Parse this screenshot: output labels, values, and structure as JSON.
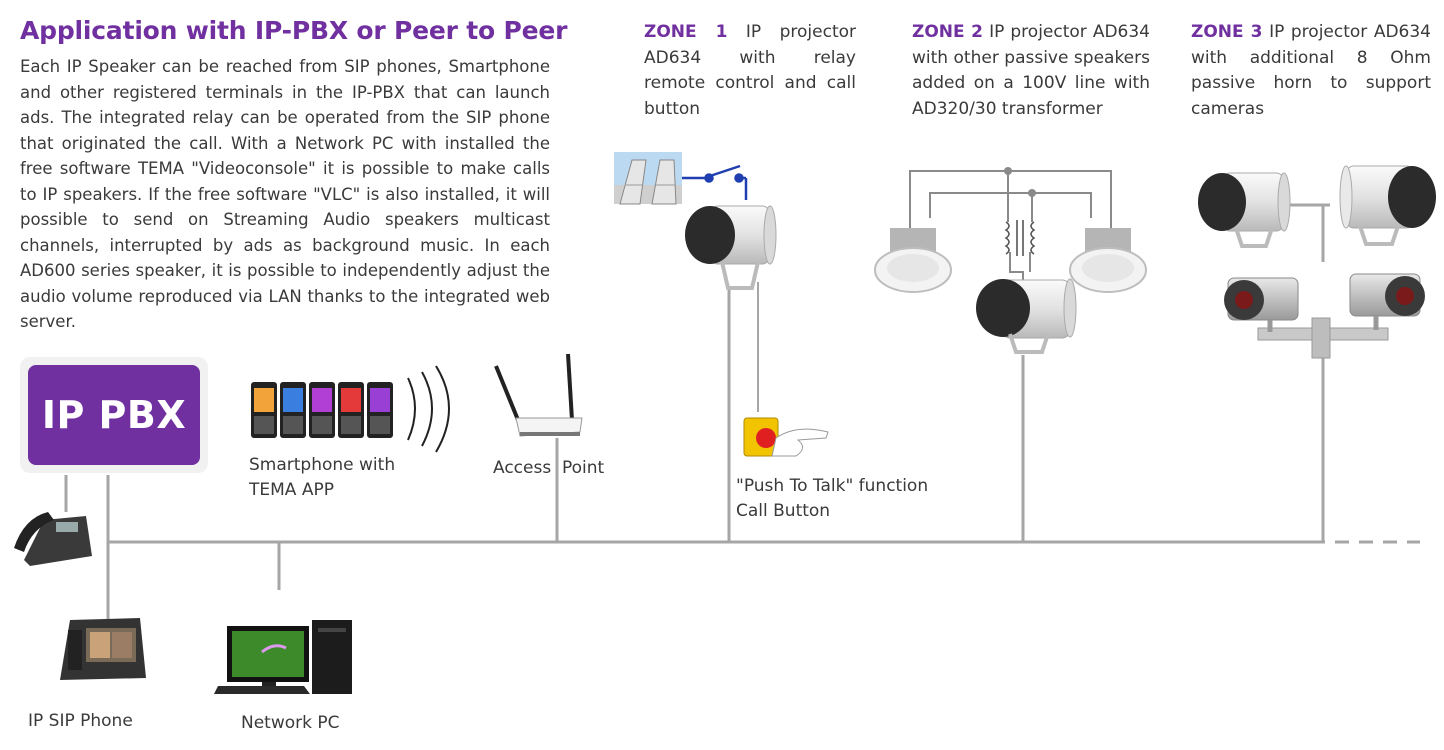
{
  "title": "Application with IP-PBX or Peer to Peer",
  "intro": "Each IP Speaker can be reached from SIP phones, Smartphone and other registered terminals in the IP-PBX that can launch ads. The integrated relay can be operated from the SIP phone that originated the call. With a Network PC with installed the free software TEMA \"Videoconsole\" it is possible to make calls to IP speakers. If the free software \"VLC\" is also installed, it will possible to send on Streaming Audio speakers multicast channels, interrupted by ads as background music. In each AD600 series speaker, it is possible to independently adjust the audio volume reproduced via LAN thanks to the integrated web server.",
  "zones": [
    {
      "name": "ZONE 1",
      "text": "IP projector AD634 with relay remote control and call button"
    },
    {
      "name": "ZONE 2",
      "text": "IP projector AD634 with other passive speakers added on a 100V line with AD320/30 transformer"
    },
    {
      "name": "ZONE 3",
      "text": "IP projector AD634 with additional 8 Ohm passive horn to support cameras"
    }
  ],
  "pbx_label": "IP PBX",
  "labels": {
    "smartphone": "Smartphone with TEMA APP",
    "smartphone_line1": "Smartphone with",
    "smartphone_line2": "TEMA APP",
    "access_point": "Access  Point",
    "ptt_line1": "\"Push To Talk\" function",
    "ptt_line2": "Call Button",
    "sip_phone": "IP SIP Phone",
    "network_pc": "Network PC"
  },
  "colors": {
    "accent": "#7030a0",
    "line": "#a6a6a6",
    "relay_wire": "#1f3fb0"
  },
  "icons": [
    "gate-icon",
    "relay-switch-icon",
    "projector-speaker-icon",
    "ceiling-speaker-icon",
    "transformer-icon",
    "cctv-camera-icon",
    "smartphone-icon",
    "wifi-waves-icon",
    "router-icon",
    "push-button-icon",
    "desk-phone-icon",
    "video-phone-icon",
    "desktop-pc-icon"
  ]
}
